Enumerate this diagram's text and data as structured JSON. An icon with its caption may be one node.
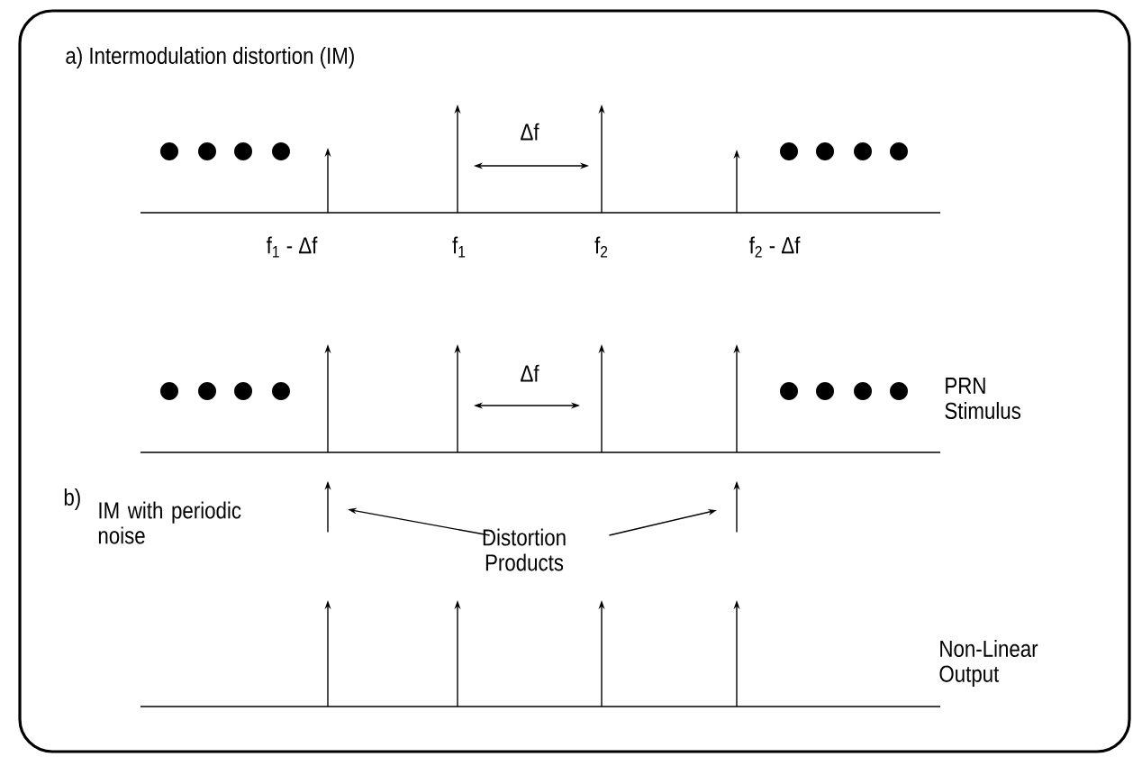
{
  "diagram": {
    "nodes": [
      {
        "text": [],
        "shape": "arrow"
      },
      {
        "text": [
          "Distortion Products"
        ]
      },
      {
        "text": [],
        "shape": "arrow"
      }
    ],
    "edges": [
      {
        "from": 1,
        "to": 0,
        "arrow": "to"
      },
      {
        "from": 1,
        "to": 2,
        "arrow": "to"
      }
    ],
    "labels": [
      "a) Intermodulation distortion (IM)",
      "Δf",
      "f$_{1}$ - Δf",
      "f$_{1}$",
      "f$_{2}$",
      "f$_{2}$ - Δf",
      "Δf",
      "PRN Stimulus",
      "b)",
      "IM with periodic noise",
      "Non-Linear Output"
    ]
  }
}
